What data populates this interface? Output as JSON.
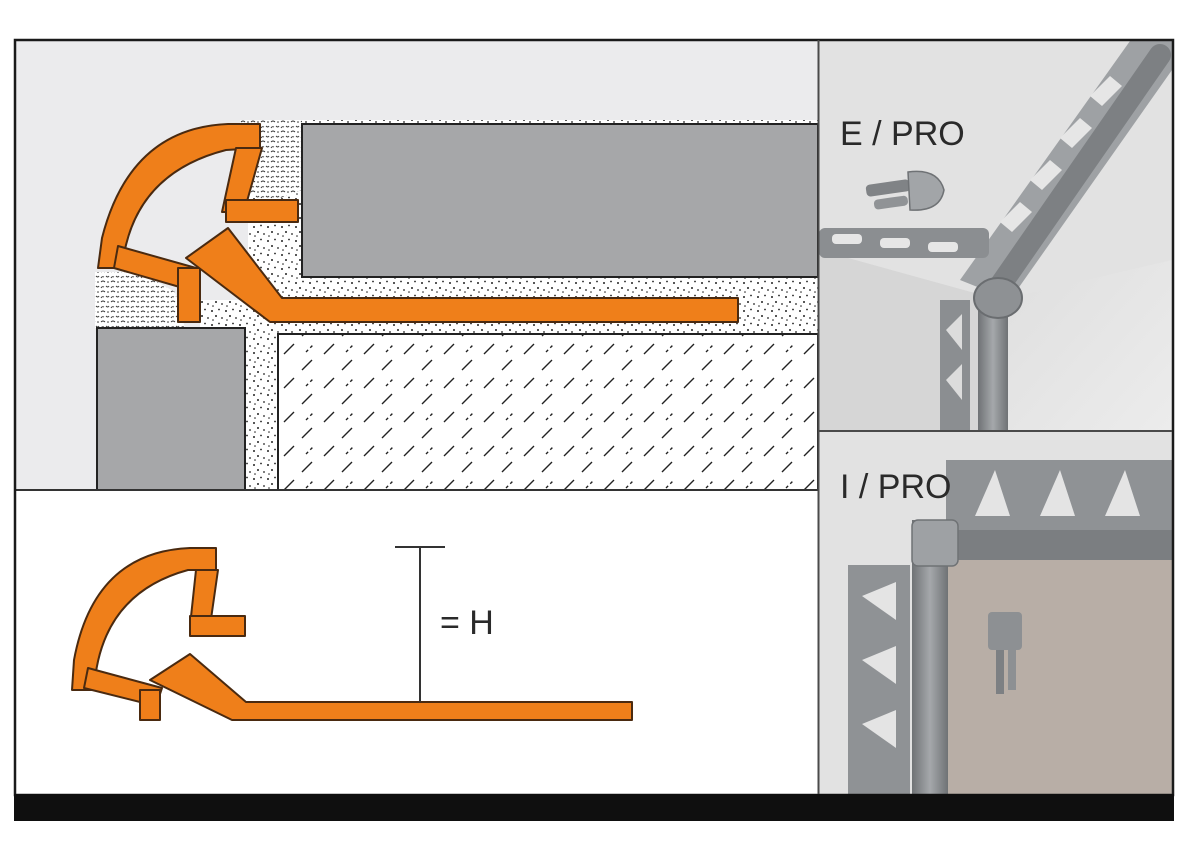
{
  "labels": {
    "height_marker": "= H",
    "photo_top": "E / PRO",
    "photo_bottom": "I / PRO"
  },
  "colors": {
    "profile_orange": "#ef7f1a",
    "profile_outline": "#4a2a10",
    "tile_gray": "#a6a7a9",
    "background_gray": "#ebebed",
    "photo_wall": "#dcdcdc",
    "photo_wall_bottom": "#b8aea6",
    "trim_gray": "#8a8d90",
    "frame": "#1a1a1a"
  },
  "icons": [
    "end-cap-icon",
    "inside-corner-cap-icon"
  ]
}
